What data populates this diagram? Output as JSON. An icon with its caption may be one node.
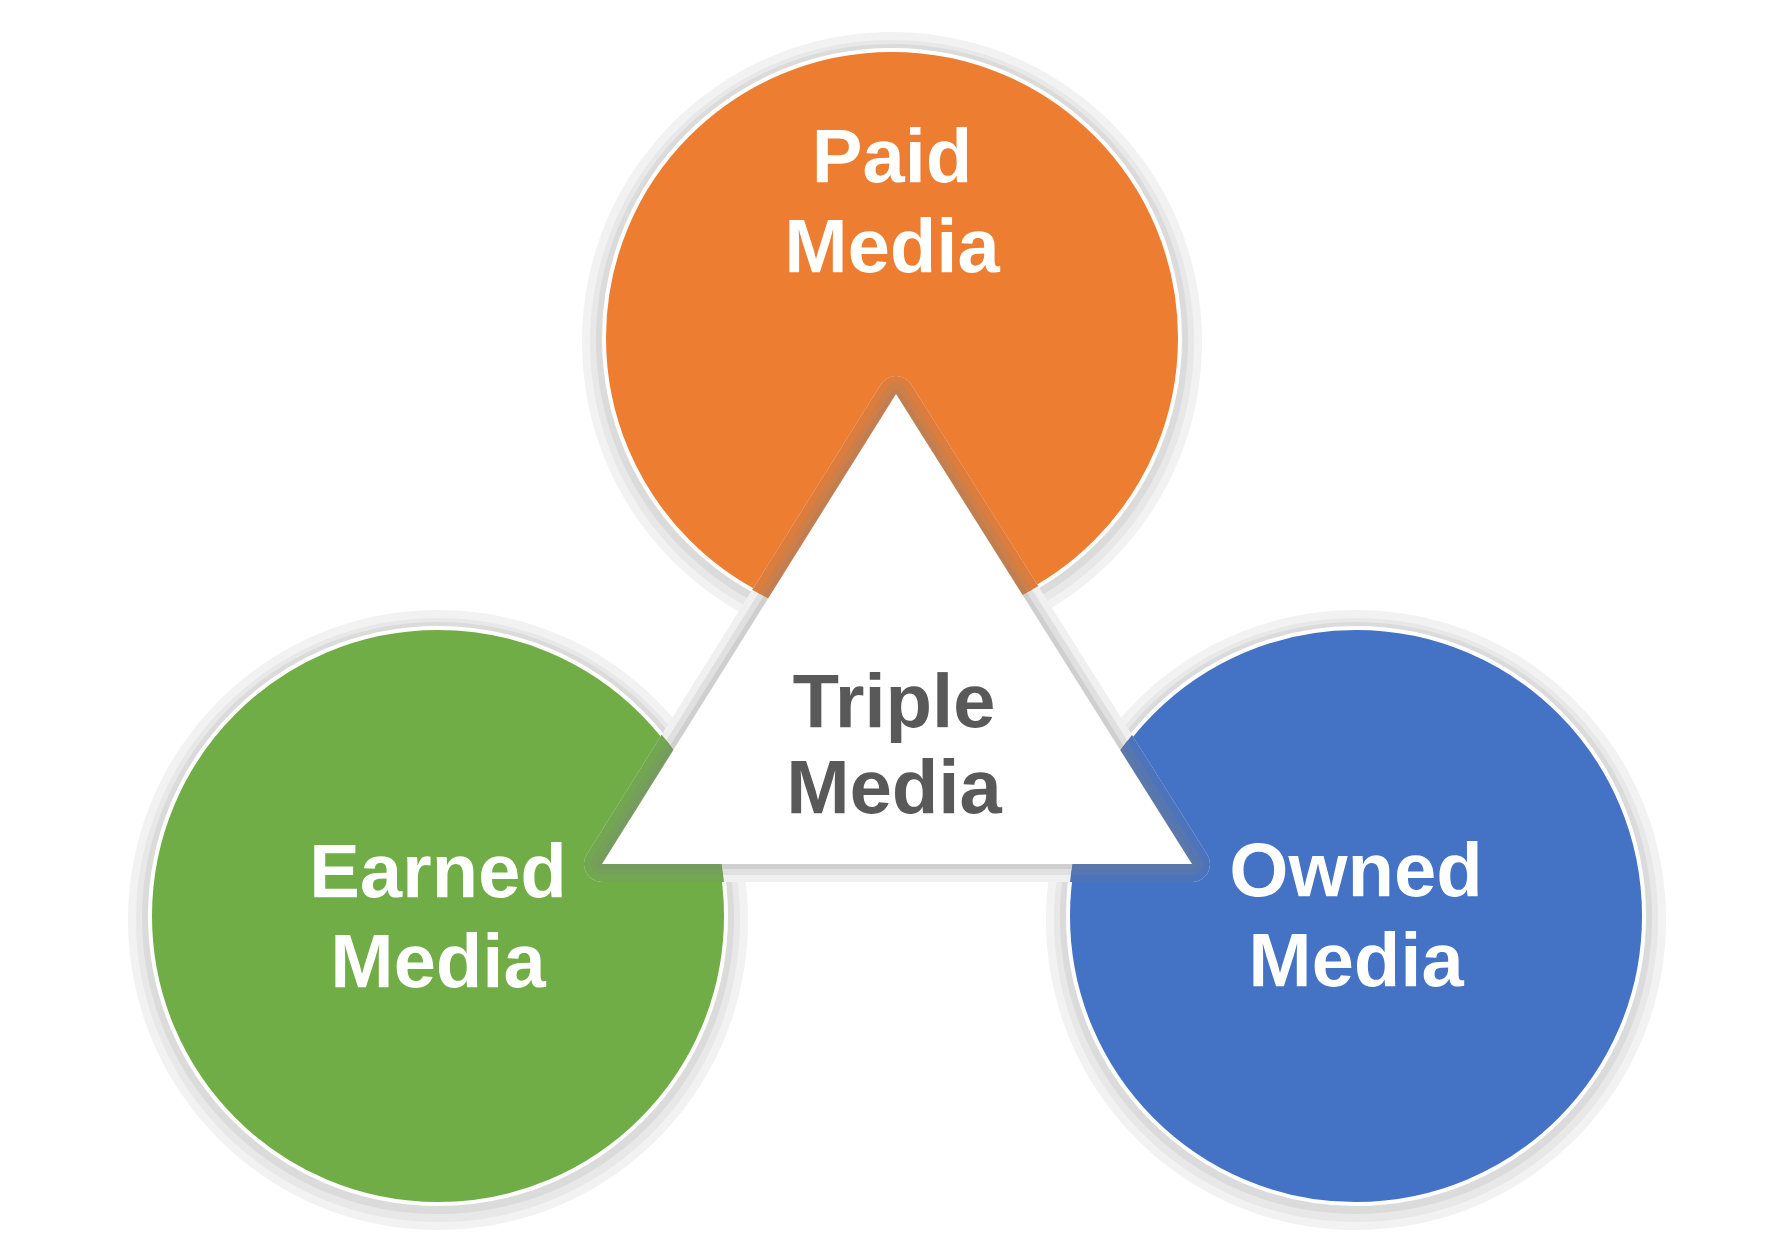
{
  "diagram": {
    "nodes": [
      {
        "text": [
          "Paid Media"
        ]
      },
      {
        "text": [
          "Triple Media"
        ]
      },
      {
        "text": [
          "Earned Media"
        ]
      },
      {
        "text": [
          "Owned Media"
        ]
      }
    ]
  }
}
